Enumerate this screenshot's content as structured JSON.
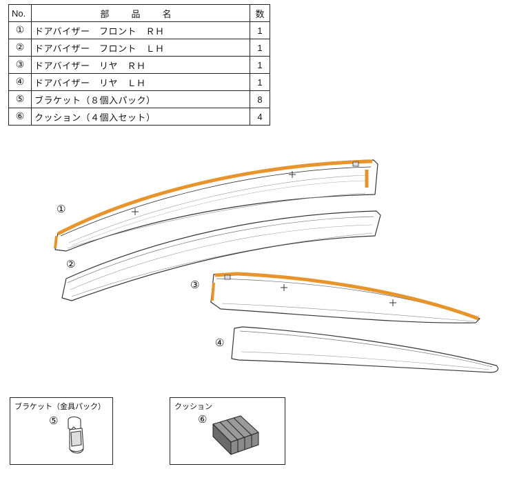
{
  "table": {
    "headers": {
      "no": "No.",
      "name": "部 品 名",
      "qty": "数"
    },
    "rows": [
      {
        "no": "①",
        "name": "ドアバイザー　フロント　ＲＨ",
        "qty": "1"
      },
      {
        "no": "②",
        "name": "ドアバイザー　フロント　ＬＨ",
        "qty": "1"
      },
      {
        "no": "③",
        "name": "ドアバイザー　リヤ　ＲＨ",
        "qty": "1"
      },
      {
        "no": "④",
        "name": "ドアバイザー　リヤ　ＬＨ",
        "qty": "1"
      },
      {
        "no": "⑤",
        "name": "ブラケット（８個入パック）",
        "qty": "8"
      },
      {
        "no": "⑥",
        "name": "クッション（４個入セット）",
        "qty": "4"
      }
    ]
  },
  "illustration": {
    "callouts": {
      "p1": "①",
      "p2": "②",
      "p3": "③",
      "p4": "④"
    },
    "tape_color": "#e8942c"
  },
  "accessories": {
    "bracket": {
      "title": "ブラケット（金具パック）",
      "num": "⑤"
    },
    "cushion": {
      "title": "クッション",
      "num": "⑥"
    }
  }
}
